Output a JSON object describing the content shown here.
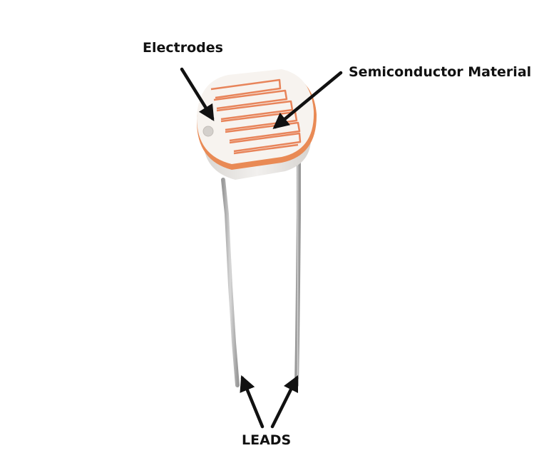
{
  "labels": {
    "electrodes": "Electrodes",
    "semiconductor": "Semiconductor Material",
    "leads": "LEADS"
  },
  "colors": {
    "trace": "#e8845a",
    "disc_top": "#f7f3ef",
    "disc_rim": "#e98a55",
    "body": "#e4e2df",
    "lead": "#b8b8b8",
    "arrow": "#111111"
  },
  "icons": {
    "component": "photoresistor-ldr-icon"
  }
}
